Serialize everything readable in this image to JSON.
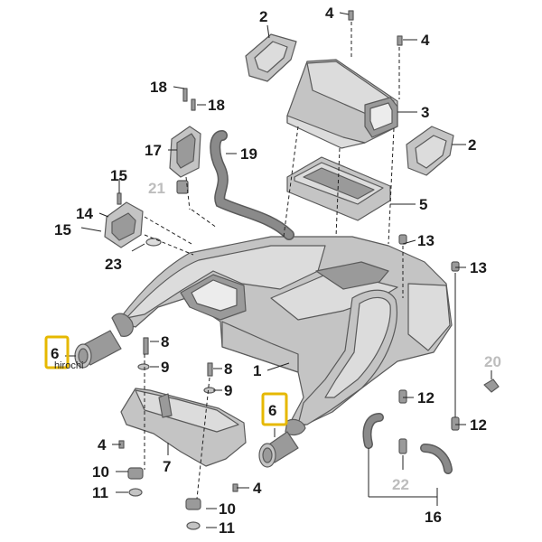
{
  "callouts": {
    "c1": "1",
    "c2a": "2",
    "c2b": "2",
    "c3": "3",
    "c4a": "4",
    "c4b": "4",
    "c4c": "4",
    "c4d": "4",
    "c5": "5",
    "c6a": "6",
    "c6b": "6",
    "c7": "7",
    "c8a": "8",
    "c8b": "8",
    "c9a": "9",
    "c9b": "9",
    "c10a": "10",
    "c10b": "10",
    "c11a": "11",
    "c11b": "11",
    "c12a": "12",
    "c12b": "12",
    "c13a": "13",
    "c13b": "13",
    "c14": "14",
    "c15a": "15",
    "c15b": "15",
    "c16": "16",
    "c17": "17",
    "c18a": "18",
    "c18b": "18",
    "c19": "19",
    "c20": "20",
    "c21": "21",
    "c22": "22",
    "c23": "23"
  },
  "watermark": "hirochi",
  "colors": {
    "highlight": "#e6b800",
    "part_line": "#5a5a5a",
    "text": "#1a1a1a",
    "dimmed": "#bdbdbd"
  }
}
